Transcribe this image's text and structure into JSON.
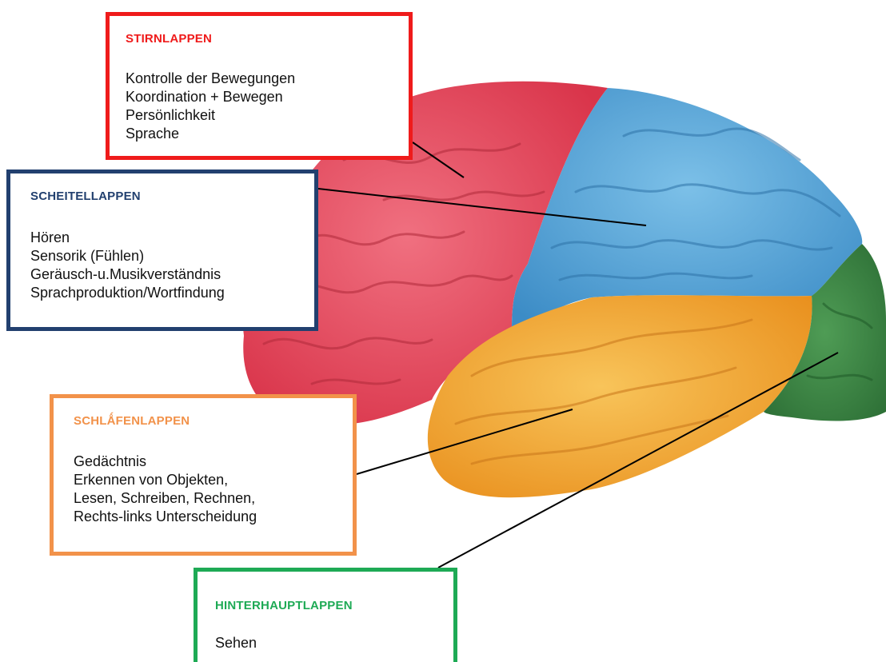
{
  "colors": {
    "frontal": "#ef1b1b",
    "parietal": "#22406f",
    "temporal": "#f2924a",
    "occipital": "#1eaa55",
    "frontal_lobe_fill": "#e8485a",
    "parietal_lobe_fill": "#5aa6d6",
    "temporal_lobe_fill": "#f0a63a",
    "occipital_lobe_fill": "#3a8a45"
  },
  "lobes": {
    "frontal": {
      "title": "STIRNLAPPEN",
      "lines": [
        "Kontrolle der Bewegungen",
        "Koordination + Bewegen",
        "Persönlichkeit",
        "Sprache"
      ]
    },
    "parietal": {
      "title": "SCHEITELLAPPEN",
      "lines": [
        "Hören",
        "Sensorik (Fühlen)",
        "Geräusch-u.Musikverständnis",
        "Sprachproduktion/Wortfindung"
      ]
    },
    "temporal": {
      "title": "SCHLǺFENLAPPEN",
      "lines": [
        "Gedächtnis",
        "Erkennen von Objekten,",
        "Lesen, Schreiben, Rechnen,",
        "Rechts-links Unterscheidung"
      ]
    },
    "occipital": {
      "title": "HINTERHAUPTLAPPEN",
      "lines": [
        "Sehen"
      ]
    }
  }
}
